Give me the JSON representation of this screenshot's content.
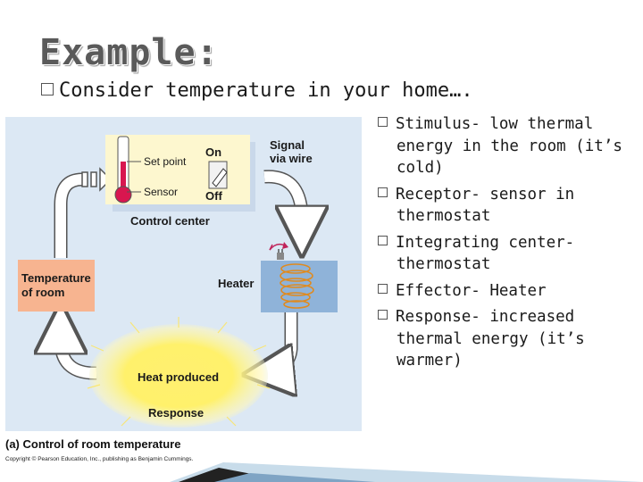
{
  "slide": {
    "title": "Example:",
    "subtitle": "Consider temperature in your home…."
  },
  "diagram": {
    "set_point_label": "Set point",
    "sensor_label": "Sensor",
    "on_label": "On",
    "off_label": "Off",
    "signal_label_1": "Signal",
    "signal_label_2": "via wire",
    "control_center_label": "Control center",
    "heater_label": "Heater",
    "temperature_label_1": "Temperature",
    "temperature_label_2": "of room",
    "heat_produced_label": "Heat produced",
    "response_label": "Response",
    "caption": "(a) Control of room temperature",
    "copyright": "Copyright © Pearson Education, Inc., publishing as Benjamin Cummings."
  },
  "bullets": [
    "Stimulus- low thermal energy in the room (it’s cold)",
    "Receptor- sensor in thermostat",
    "Integrating center- thermostat",
    "Effector- Heater",
    "Response- increased thermal energy (it’s warmer)"
  ],
  "colors": {
    "diagram_background": "#dce8f4",
    "temperature_box": "#f7b490",
    "control_panel": "#fdf7cf",
    "thermometer": "#d8164f",
    "heater_panel": "#8fb3d9",
    "heat_glow": "#fff070",
    "title_gray": "#5a5a5a"
  }
}
